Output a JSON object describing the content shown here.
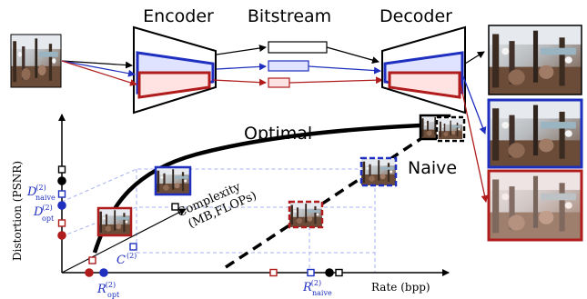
{
  "labels": {
    "encoder": "Encoder",
    "bitstream": "Bitstream",
    "decoder": "Decoder",
    "optimal": "Optimal",
    "naive": "Naive",
    "complexity_line1": "Complexity",
    "complexity_line2": "(MB,FLOPs)",
    "y_axis": "Distortion (PSNR)",
    "x_axis": "Rate (bpp)",
    "d_naive_main": "D",
    "d_naive_sup": "(2)",
    "d_naive_sub": "naive",
    "d_opt_main": "D",
    "d_opt_sup": "(2)",
    "d_opt_sub": "opt",
    "c_main": "C",
    "c_sup": "(2)",
    "r_opt_main": "R",
    "r_opt_sup": "(2)",
    "r_opt_sub": "opt",
    "r_naive_main": "R",
    "r_naive_sup": "(2)",
    "r_naive_sub": "naive"
  },
  "colors": {
    "black": "#000000",
    "blue": "#1f2fbf",
    "red": "#b01c1c",
    "light_blue_fill": "#dfe3ff",
    "light_red_fill": "#ffe3e3",
    "guide_blue": "#a9b2f0"
  },
  "icons": {
    "thumbnail": "winter-landscape-painting"
  }
}
